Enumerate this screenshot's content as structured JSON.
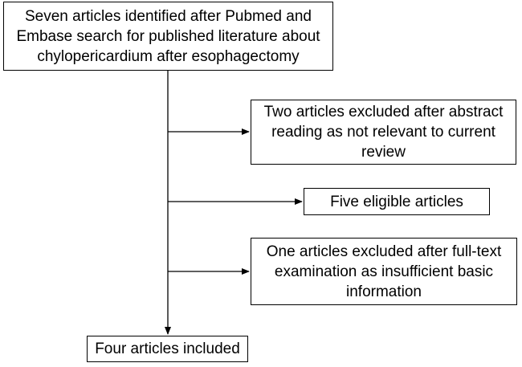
{
  "flowchart": {
    "nodes": [
      {
        "id": "identified",
        "text": "Seven articles identified after Pubmed and\nEmbase search for published literature about\nchylopericardium after esophagectomy"
      },
      {
        "id": "excluded_abstract",
        "text": "Two articles excluded after abstract\nreading as not relevant to current\nreview"
      },
      {
        "id": "eligible",
        "text": "Five eligible articles"
      },
      {
        "id": "excluded_fulltext",
        "text": "One articles excluded after full-text\nexamination as insufficient  basic\ninformation"
      },
      {
        "id": "included",
        "text": "Four articles included"
      }
    ],
    "edges": [
      {
        "from": "identified",
        "to": "included",
        "kind": "main-flow"
      },
      {
        "from": "identified",
        "to": "excluded_abstract",
        "kind": "branch"
      },
      {
        "from": "identified",
        "to": "eligible",
        "kind": "branch"
      },
      {
        "from": "identified",
        "to": "excluded_fulltext",
        "kind": "branch"
      }
    ],
    "colors": {
      "stroke": "#000000",
      "background": "#ffffff"
    }
  }
}
